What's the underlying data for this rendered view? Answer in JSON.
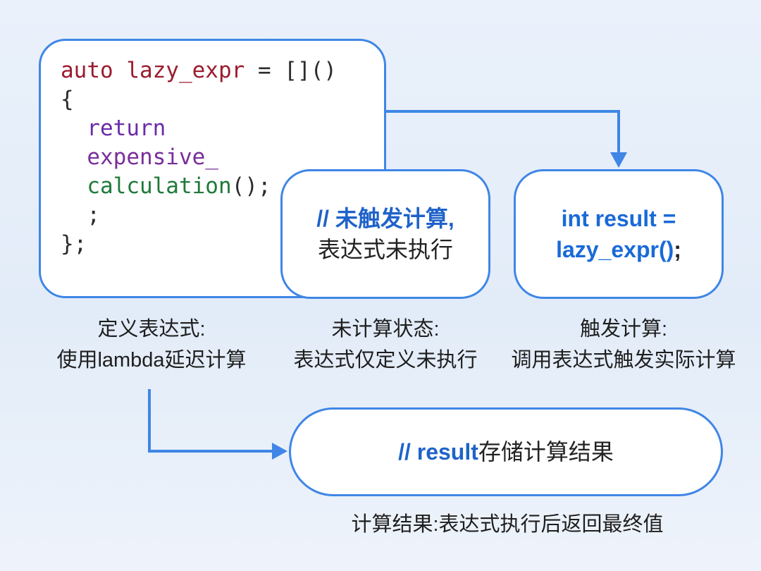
{
  "code_block": {
    "line1_kw": "auto lazy_expr",
    "line1_rest": " = []()",
    "line2": "{",
    "line3_kw": "  return",
    "line4": "  expensive_",
    "line5_fn": "  calculation",
    "line5_rest": "();",
    "line6": "  ;",
    "line7": "};"
  },
  "pending_box": {
    "line1": "// 未触发计算,",
    "line2": "表达式未执行"
  },
  "trigger_box": {
    "line1": "int result =",
    "line2_code": "lazy_expr()",
    "line2_end": ";"
  },
  "result_box": {
    "comment": "// result",
    "text": "存储计算结果"
  },
  "captions": {
    "define": {
      "title": "定义表达式:",
      "desc": "使用lambda延迟计算"
    },
    "pending": {
      "title": "未计算状态:",
      "desc": "表达式仅定义未执行"
    },
    "trigger": {
      "title": "触发计算:",
      "desc": "调用表达式触发实际计算"
    },
    "result": "计算结果:表达式执行后返回最终值"
  },
  "colors": {
    "border": "#3f86e6",
    "comment_blue": "#1f63c9",
    "code_blue": "#1a6ad8",
    "keyword_red": "#9b1c2e",
    "keyword_purple": "#6a2ca8",
    "function_green": "#1f7a3a"
  }
}
